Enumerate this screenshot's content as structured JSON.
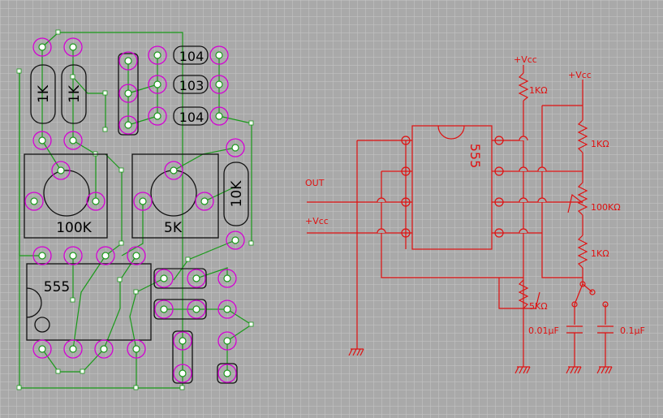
{
  "colors": {
    "background": "#a9a9a9",
    "grid": "#c6c6c6",
    "pcb_trace": "#1a9a1a",
    "pad_ring": "#d400d4",
    "outline": "#111111",
    "schematic": "#e01010"
  },
  "pcb": {
    "components": {
      "r1": "1K",
      "r2": "1K",
      "c1": "104",
      "c2": "103",
      "c3": "104",
      "pot1": "100K",
      "pot2": "5K",
      "r3": "10K",
      "ic": "555"
    }
  },
  "schematic": {
    "ic": "555",
    "vcc_top_left": "+Vcc",
    "vcc_top_right": "+Vcc",
    "r_top": "1KΩ",
    "r_mid": "1KΩ",
    "pot_100k": "100KΩ",
    "r_low": "1KΩ",
    "pot_5k": "5KΩ",
    "cap1": "0.01μF",
    "cap2": "0.1μF",
    "out": "OUT",
    "vcc_in": "+Vcc"
  }
}
